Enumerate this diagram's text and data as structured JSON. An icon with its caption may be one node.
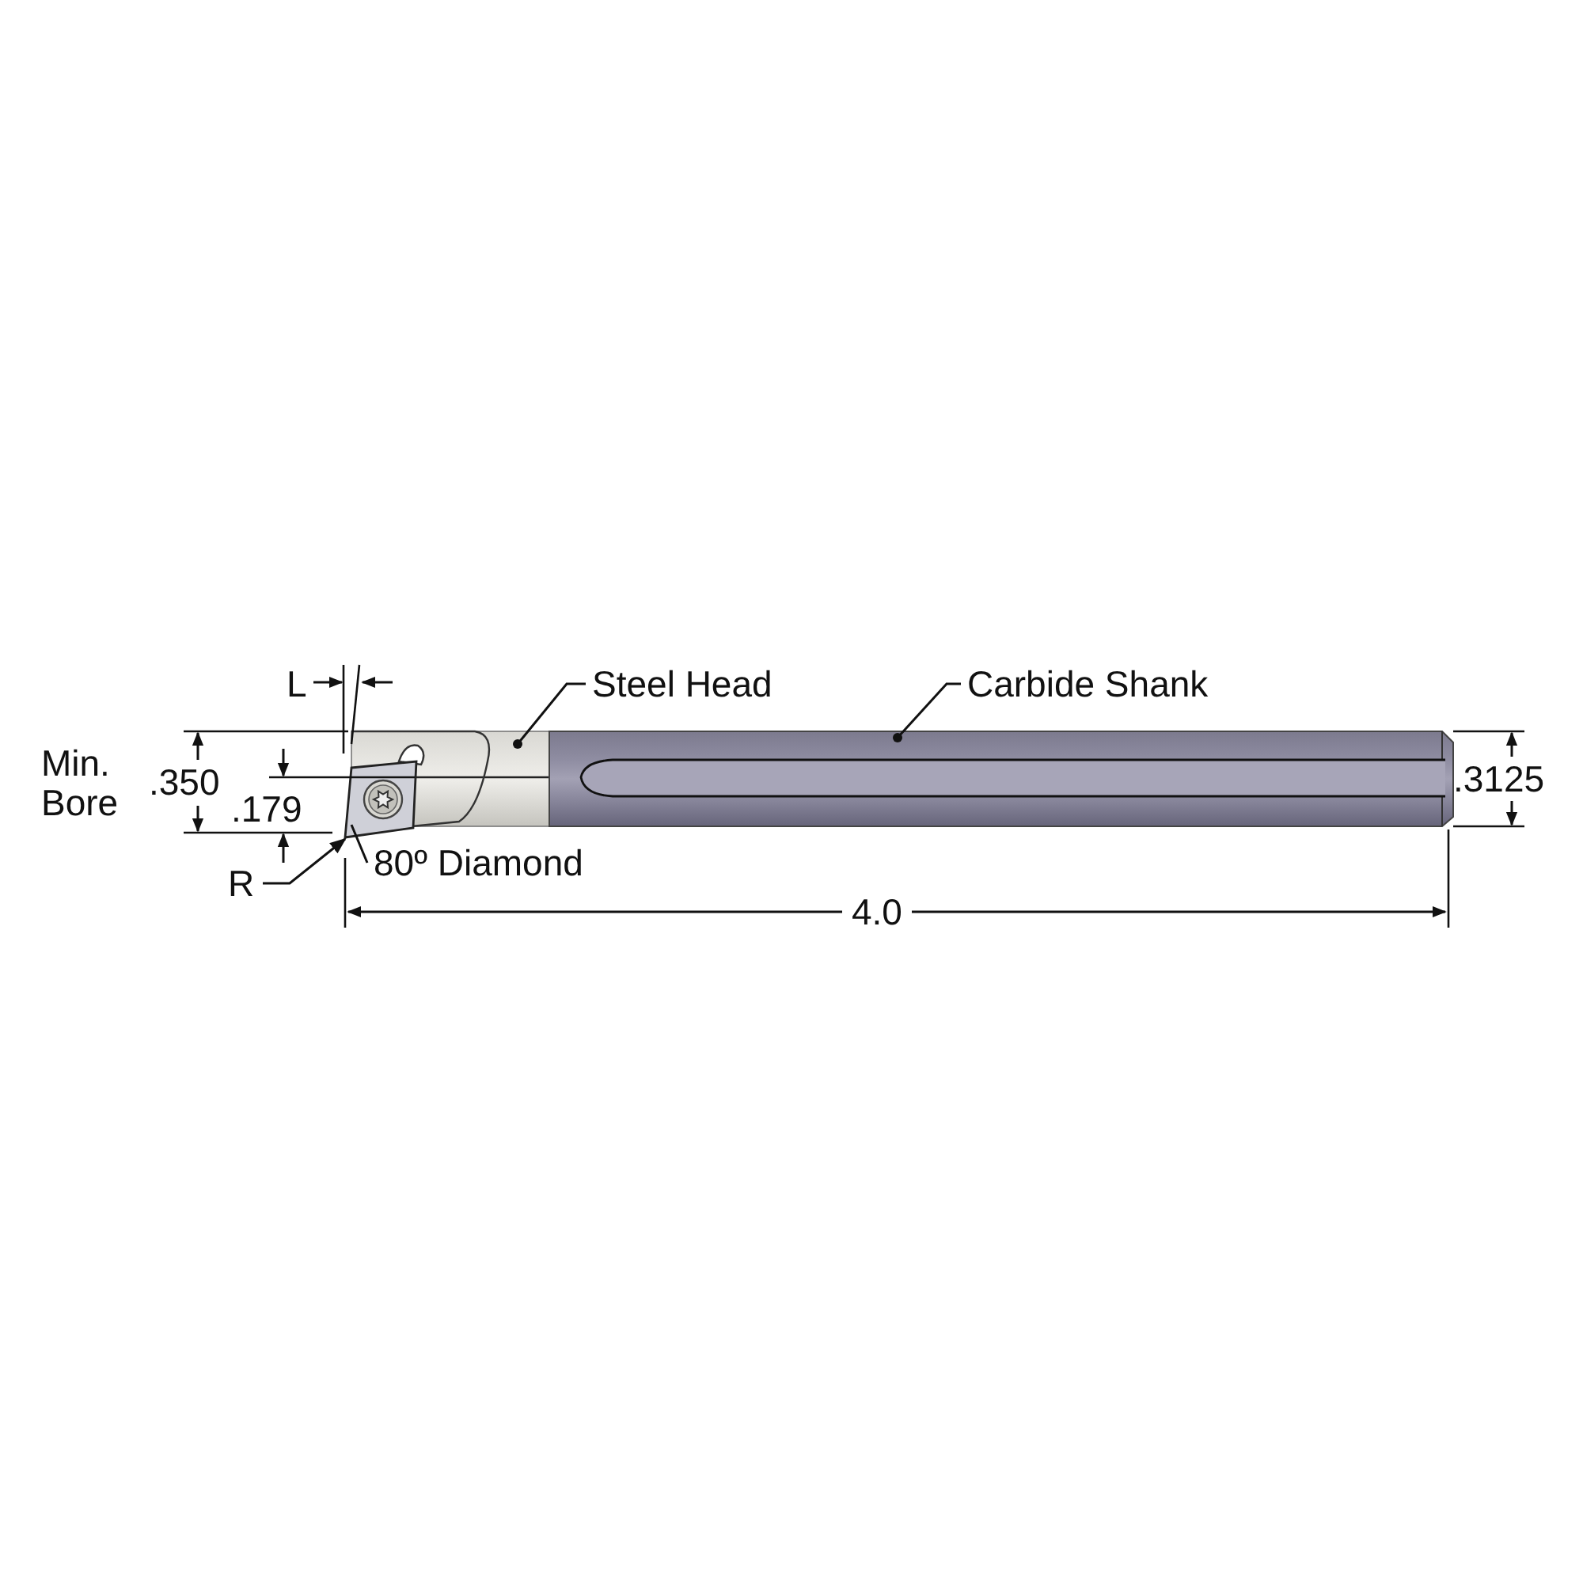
{
  "diagram": {
    "nodes": [
      {
        "text": [
          "Steel Head"
        ]
      },
      {
        "text": [],
        "shape": "picture"
      },
      {
        "text": [
          "Carbide Shank"
        ]
      },
      {
        "text": [],
        "shape": "picture"
      },
      {
        "text": [
          "80º Diamond"
        ]
      },
      {
        "text": [],
        "shape": "picture"
      },
      {
        "text": [
          "R"
        ]
      }
    ],
    "edges": [
      {
        "from": 0,
        "to": 1,
        "arrow": "other"
      },
      {
        "from": 2,
        "to": 3,
        "arrow": "other"
      },
      {
        "from": 4,
        "to": 5,
        "arrow": "none"
      },
      {
        "from": 6,
        "to": 5,
        "arrow": "to"
      }
    ],
    "labels": [
      "L",
      "Min. Bore",
      ".350",
      ".179",
      ".3125",
      "4.0"
    ]
  }
}
